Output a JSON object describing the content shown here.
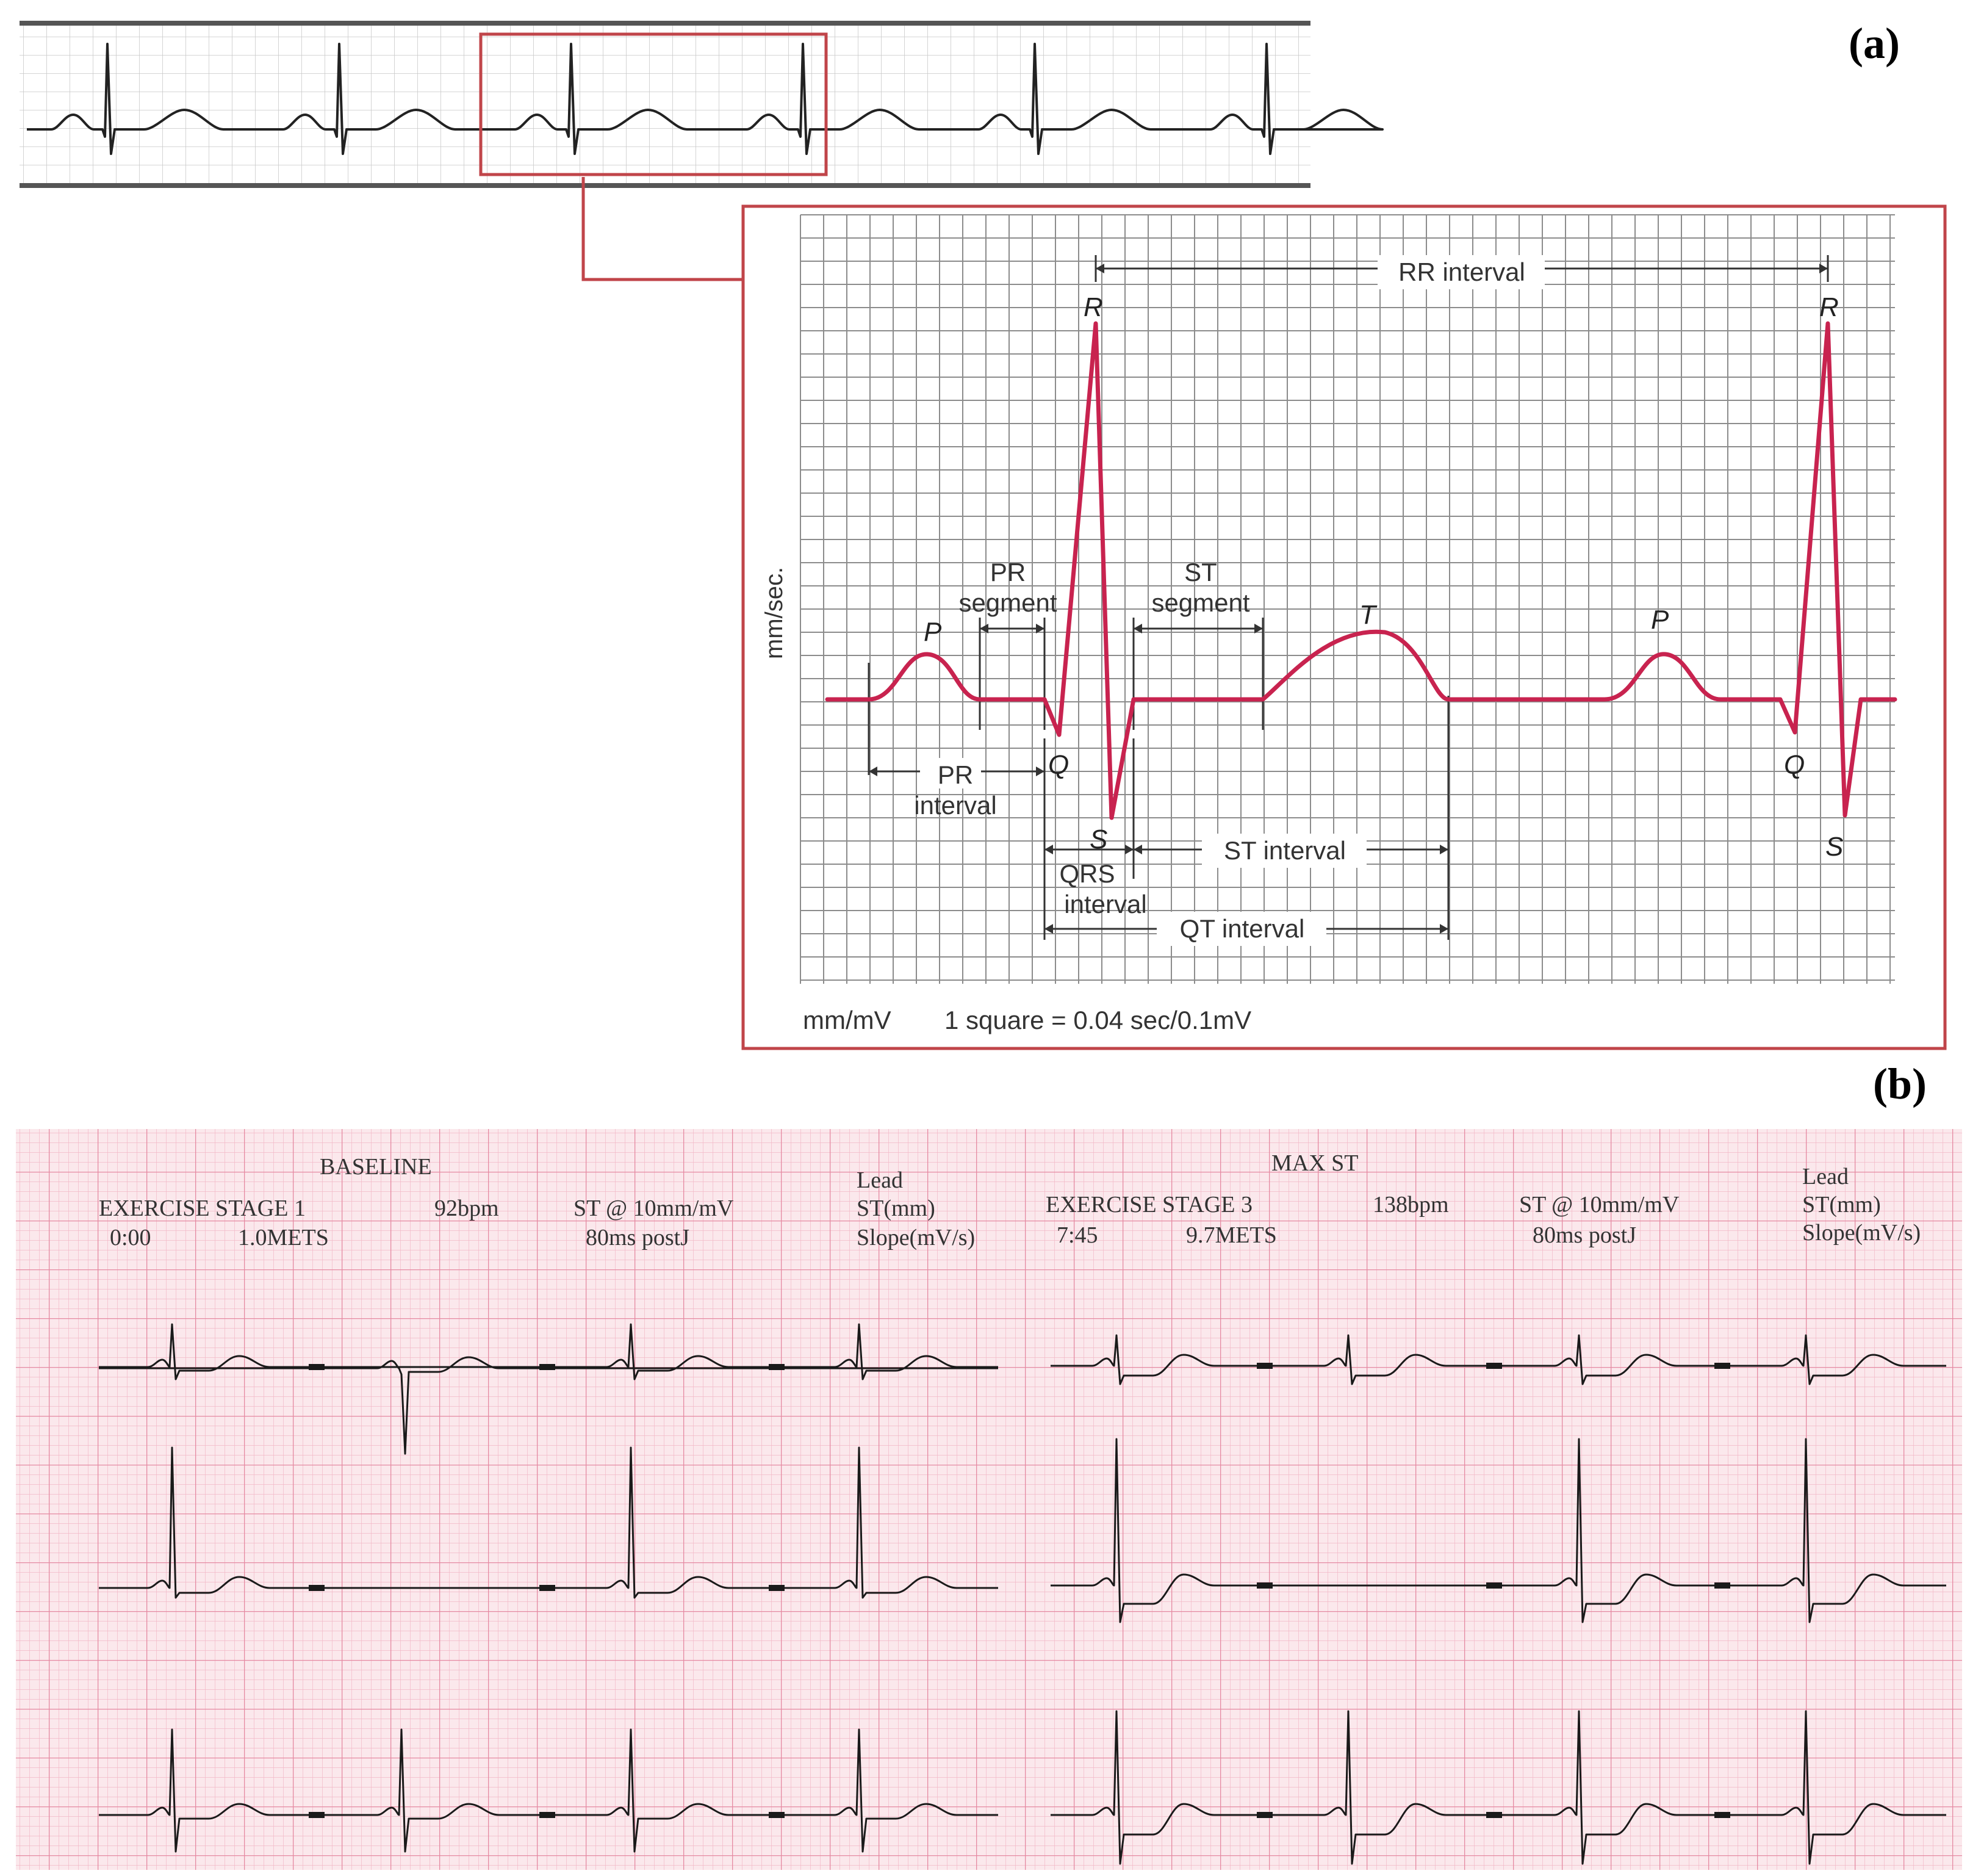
{
  "panel_labels": {
    "a": "(a)",
    "b": "(b)"
  },
  "colors": {
    "trace_red": "#c8234f",
    "frame_red": "#c0454a",
    "grid_gray": "#8c8c8c",
    "strip_gray": "#9a9a9a",
    "ecg_paper": "#fbe8ec",
    "ecg_grid_minor": "#f2b8c6",
    "ecg_grid_major": "#e58aa2",
    "ecg_trace": "#1a1a1a"
  },
  "diagram": {
    "wave_labels": {
      "p1": "P",
      "q1": "Q",
      "r1": "R",
      "s1": "S",
      "t": "T",
      "p2": "P",
      "q2": "Q",
      "r2": "R",
      "s2": "S"
    },
    "y_axis_label": "mm/sec.",
    "interval_labels": {
      "rr": "RR interval",
      "pr_segment_1": "PR",
      "pr_segment_2": "segment",
      "st_segment_1": "ST",
      "st_segment_2": "segment",
      "pr_interval_1": "PR",
      "pr_interval_2": "interval",
      "qrs_interval_1": "QRS",
      "qrs_interval_2": "interval",
      "st_interval": "ST interval",
      "qt_interval": "QT interval"
    },
    "footer": {
      "units": "mm/mV",
      "scale": "1 square = 0.04 sec/0.1mV"
    }
  },
  "ecg_report": {
    "left": {
      "title": "BASELINE",
      "stage": "EXERCISE STAGE 1",
      "time": "0:00",
      "mets": "1.0METS",
      "bpm": "92bpm",
      "st_line1": "ST @ 10mm/mV",
      "st_line2": "80ms postJ",
      "lead_line1": "Lead",
      "lead_line2": "ST(mm)",
      "lead_line3": "Slope(mV/s)"
    },
    "right": {
      "title": "MAX ST",
      "stage": "EXERCISE STAGE 3",
      "time": "7:45",
      "mets": "9.7METS",
      "bpm": "138bpm",
      "st_line1": "ST @ 10mm/mV",
      "st_line2": "80ms postJ",
      "lead_line1": "Lead",
      "lead_line2": "ST(mm)",
      "lead_line3": "Slope(mV/s)"
    }
  }
}
